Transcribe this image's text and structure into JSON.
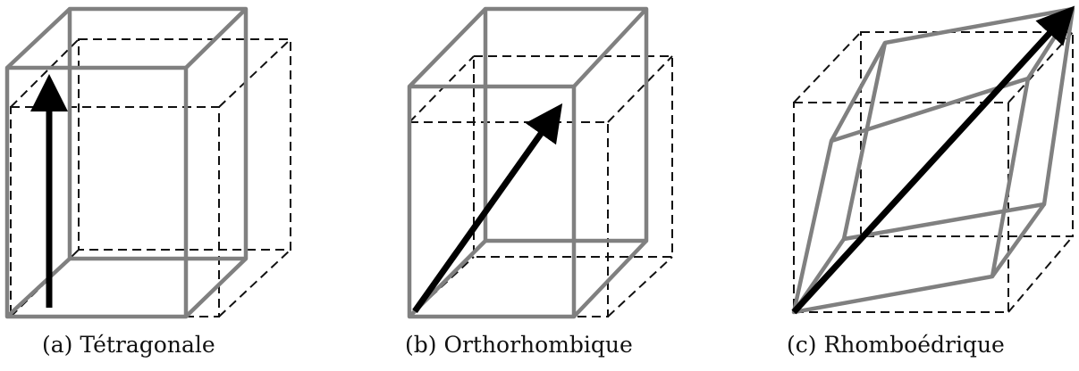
{
  "captions": {
    "a": "(a) Tétragonale",
    "b": "(b) Orthorhombique",
    "c": "(c) Rhomboédrique"
  },
  "colors": {
    "cell_outline": "#808080",
    "reference_dashed": "#111111",
    "arrow": "#000000"
  }
}
